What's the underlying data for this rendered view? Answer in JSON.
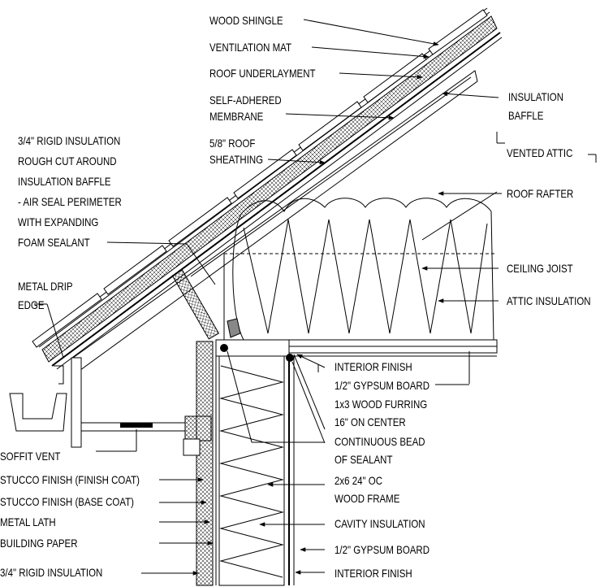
{
  "labels": {
    "wood_shingle": "WOOD SHINGLE",
    "ventilation_mat": "VENTILATION MAT",
    "roof_underlayment": "ROOF UNDERLAYMENT",
    "self_adhered_1": "SELF-ADHERED",
    "self_adhered_2": "MEMBRANE",
    "roof_sheathing_1": "5/8\" ROOF",
    "roof_sheathing_2": "SHEATHING",
    "insulation_baffle_1": "INSULATION",
    "insulation_baffle_2": "BAFFLE",
    "vented_attic": "VENTED ATTIC",
    "roof_rafter": "ROOF RAFTER",
    "rigid_1": "3/4\" RIGID INSULATION",
    "rigid_2": "ROUGH CUT AROUND",
    "rigid_3": "INSULATION BAFFLE",
    "rigid_4": "- AIR SEAL PERIMETER",
    "rigid_5": "WITH EXPANDING",
    "rigid_6": "FOAM SEALANT",
    "ceiling_joist": "CEILING JOIST",
    "attic_insulation": "ATTIC INSULATION",
    "metal_drip_1": "METAL DRIP",
    "metal_drip_2": "EDGE",
    "interior_finish_top": "INTERIOR FINISH",
    "gypsum_top": "1/2\" GYPSUM BOARD",
    "furring_1": "1x3 WOOD FURRING",
    "furring_2": "16\" ON CENTER",
    "sealant_1": "CONTINUOUS BEAD",
    "sealant_2": "OF SEALANT",
    "frame_1": "2x6 24\" OC",
    "frame_2": "WOOD FRAME",
    "cavity_insulation": "CAVITY INSULATION",
    "gypsum_bottom": "1/2\" GYPSUM BOARD",
    "interior_finish_bottom": "INTERIOR FINISH",
    "soffit_vent": "SOFFIT VENT",
    "stucco_finish": "STUCCO FINISH (FINISH COAT)",
    "stucco_base": "STUCCO FINISH (BASE COAT)",
    "metal_lath": "METAL LATH",
    "building_paper": "BUILDING PAPER",
    "rigid_bottom": "3/4\" RIGID INSULATION"
  }
}
